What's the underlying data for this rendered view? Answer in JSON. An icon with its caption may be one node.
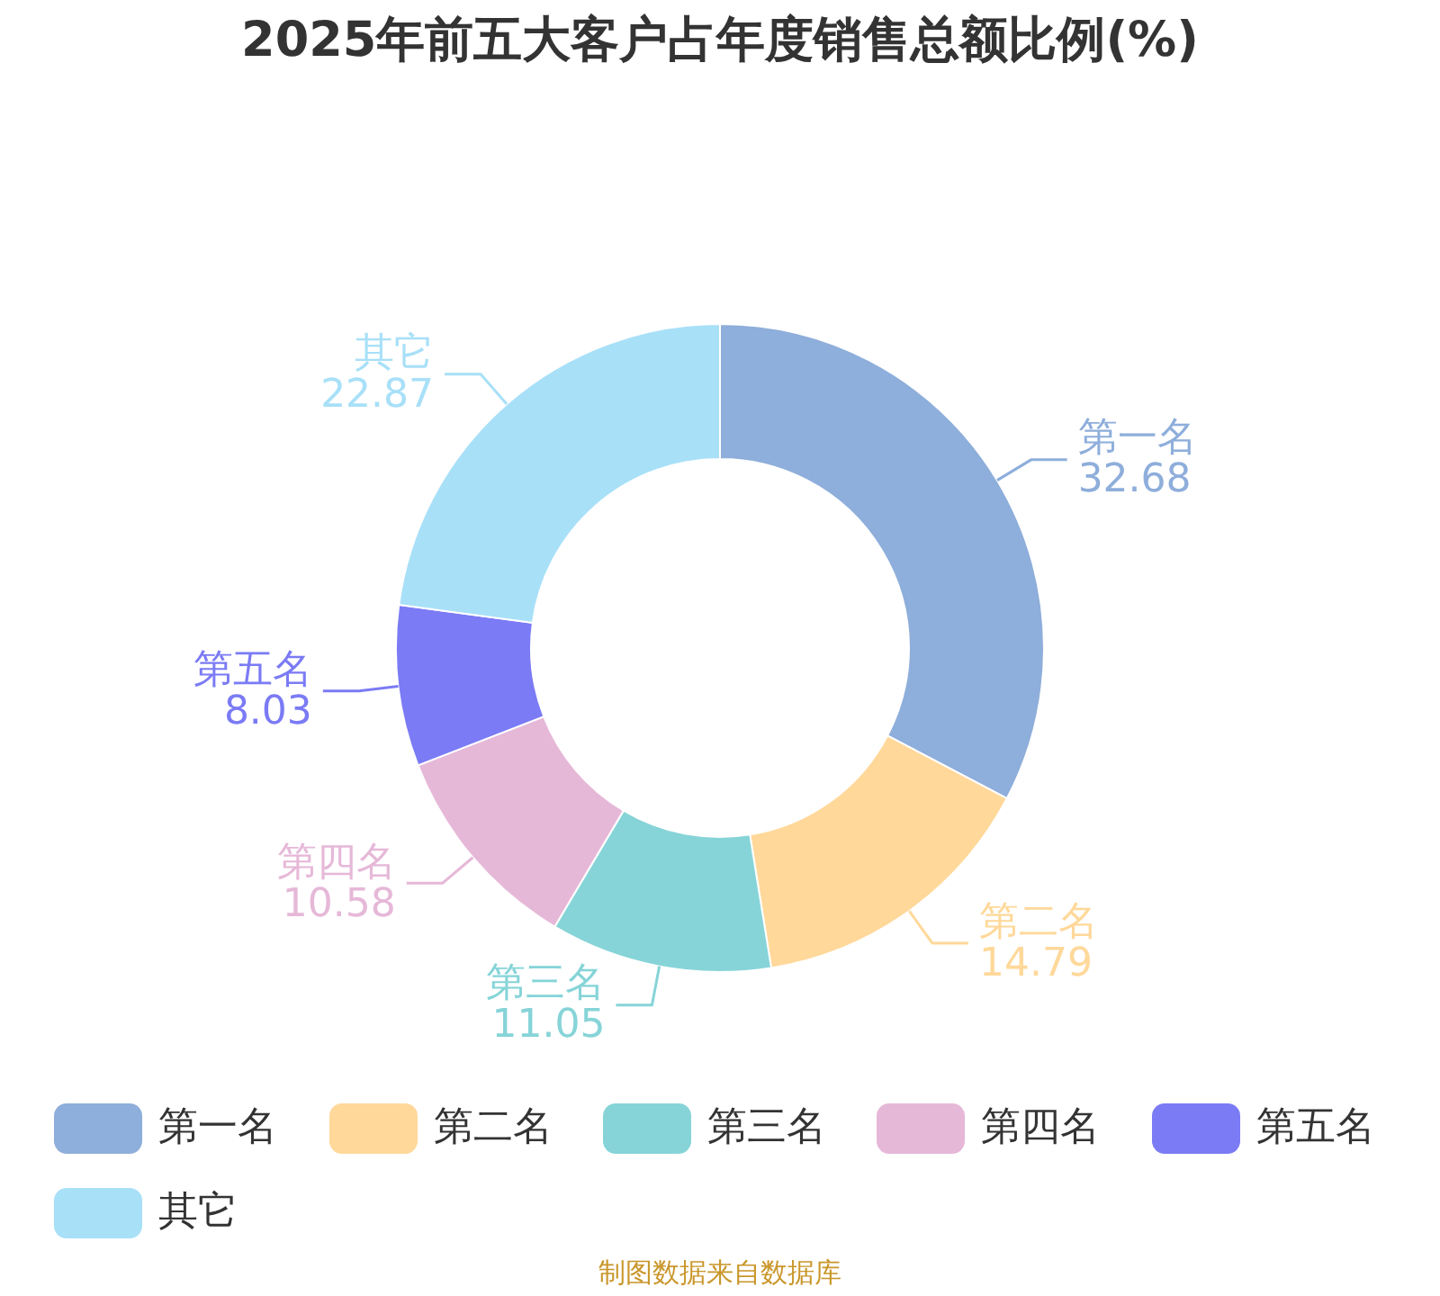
{
  "diagram": {
    "title": "2025年前五大客户占年度销售总额比例(%)",
    "legend": [
      {
        "text": "第一名",
        "color": "#8eaedb"
      },
      {
        "text": "第二名",
        "color": "#ffd89a"
      },
      {
        "text": "第三名",
        "color": "#86d4d8"
      },
      {
        "text": "第四名",
        "color": "#e6b8d8"
      },
      {
        "text": "第五名",
        "color": "#7b7bf5"
      },
      {
        "text": "其它",
        "color": "#a8e0f8"
      }
    ],
    "chart_data": {
      "type": "donut",
      "categories": [
        "第一名",
        "第二名",
        "第三名",
        "第四名",
        "第五名",
        "其它"
      ],
      "values": [
        32.68,
        14.79,
        11.05,
        10.58,
        8.03,
        22.87
      ],
      "data_labels": true
    },
    "labels": [
      "制图数据来自数据库"
    ]
  }
}
